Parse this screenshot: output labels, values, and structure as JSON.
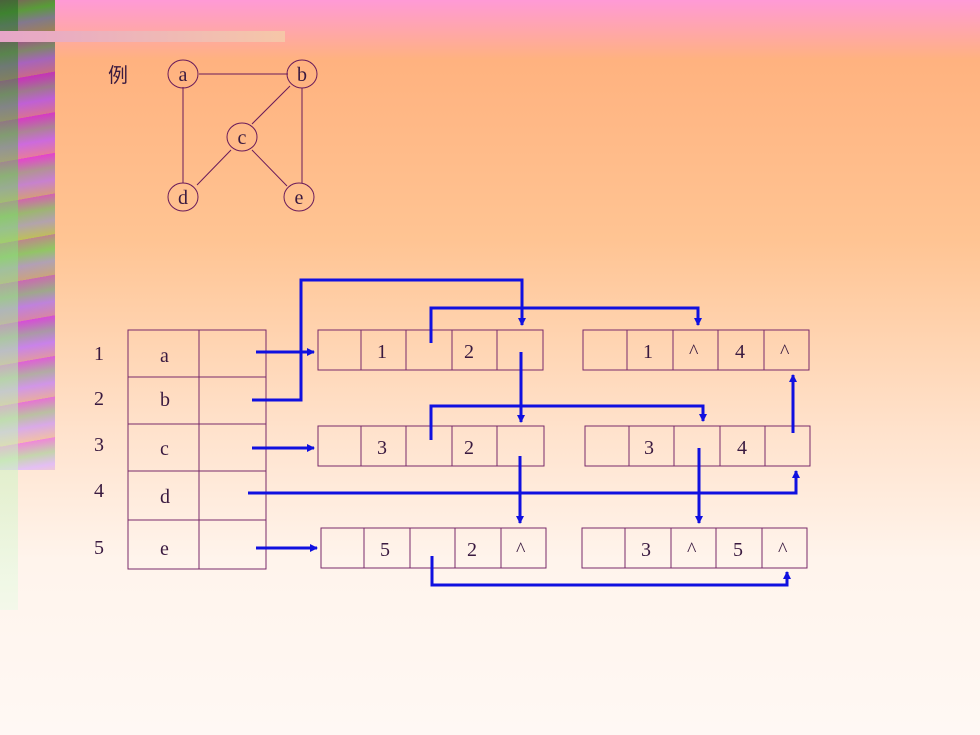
{
  "example_label": "例",
  "graph": {
    "nodes": [
      {
        "id": "node-a",
        "label": "a"
      },
      {
        "id": "node-b",
        "label": "b"
      },
      {
        "id": "node-c",
        "label": "c"
      },
      {
        "id": "node-d",
        "label": "d"
      },
      {
        "id": "node-e",
        "label": "e"
      }
    ],
    "edges": [
      [
        "a",
        "b"
      ],
      [
        "a",
        "d"
      ],
      [
        "b",
        "c"
      ],
      [
        "b",
        "e"
      ],
      [
        "c",
        "d"
      ],
      [
        "c",
        "e"
      ]
    ]
  },
  "vertex_table": {
    "indices": [
      "1",
      "2",
      "3",
      "4",
      "5"
    ],
    "vertices": [
      "a",
      "b",
      "c",
      "d",
      "e"
    ]
  },
  "edge_nodes": [
    {
      "v1": "1",
      "v2": "2",
      "link2": ""
    },
    {
      "v1": "1",
      "link1": "^",
      "v2": "4",
      "link2": "^"
    },
    {
      "v1": "3",
      "v2": "2",
      "link2": ""
    },
    {
      "v1": "3",
      "v2": "4",
      "link2": ""
    },
    {
      "v1": "5",
      "v2": "2",
      "link2": "^"
    },
    {
      "v1": "3",
      "link1": "^",
      "v2": "5",
      "link2": "^"
    }
  ],
  "colors": {
    "arrow": "#1010e0",
    "border": "#7a2a6a"
  }
}
